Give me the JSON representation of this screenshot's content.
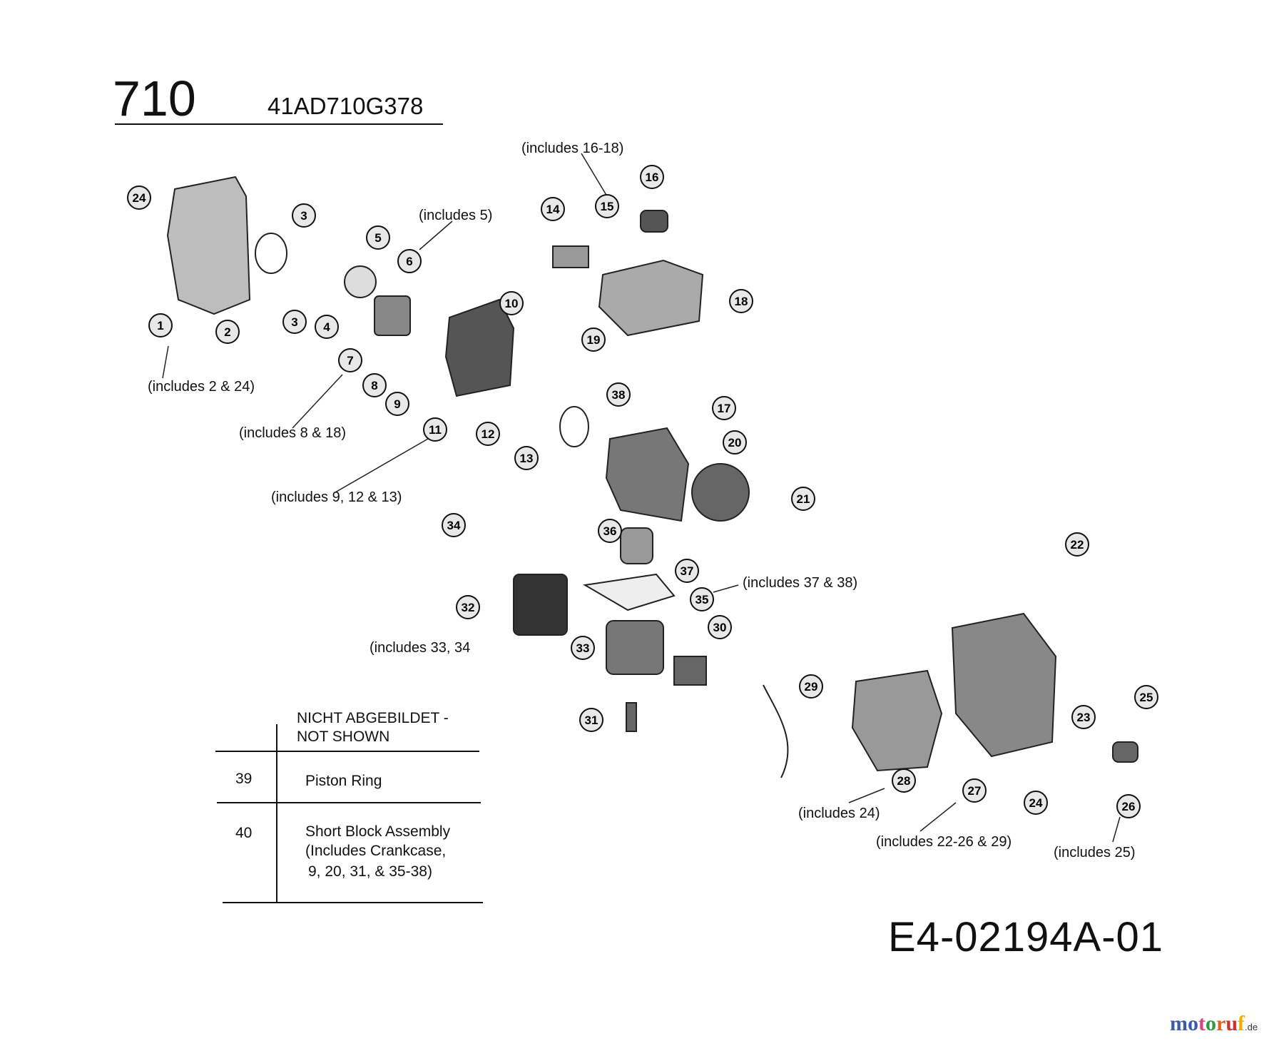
{
  "header": {
    "model": "710",
    "part_number": "41AD710G378"
  },
  "callouts": [
    "24",
    "1",
    "2",
    "3",
    "3",
    "4",
    "5",
    "6",
    "7",
    "8",
    "9",
    "10",
    "11",
    "12",
    "13",
    "14",
    "15",
    "16",
    "17",
    "18",
    "19",
    "20",
    "21",
    "22",
    "23",
    "24",
    "25",
    "26",
    "27",
    "28",
    "29",
    "30",
    "31",
    "32",
    "33",
    "34",
    "35",
    "36",
    "37",
    "38"
  ],
  "notes": [
    "(includes 16-18)",
    "(includes 5)",
    "(includes 2 & 24)",
    "(includes 8 & 18)",
    "(includes 9, 12 & 13)",
    "(includes 37 & 38)",
    "(includes 33, 34",
    "(includes 24)",
    "(includes 22-26 & 29)",
    "(includes 25)"
  ],
  "not_shown_table": {
    "header_line1": "NICHT ABGEBILDET -",
    "header_line2": "NOT SHOWN",
    "rows": [
      {
        "number": "39",
        "lines": [
          "Piston Ring"
        ]
      },
      {
        "number": "40",
        "lines": [
          "Short Block Assembly",
          "(Includes Crankcase,",
          "9, 20, 31, & 35-38)"
        ]
      }
    ]
  },
  "diagram_code": "E4-02194A-01",
  "watermark": {
    "text": "motoruf",
    "suffix": ".de",
    "colors": [
      "#3a5ca8",
      "#3a5ca8",
      "#e0407a",
      "#2e9a3e",
      "#e06020",
      "#d03030",
      "#f0b000"
    ]
  }
}
